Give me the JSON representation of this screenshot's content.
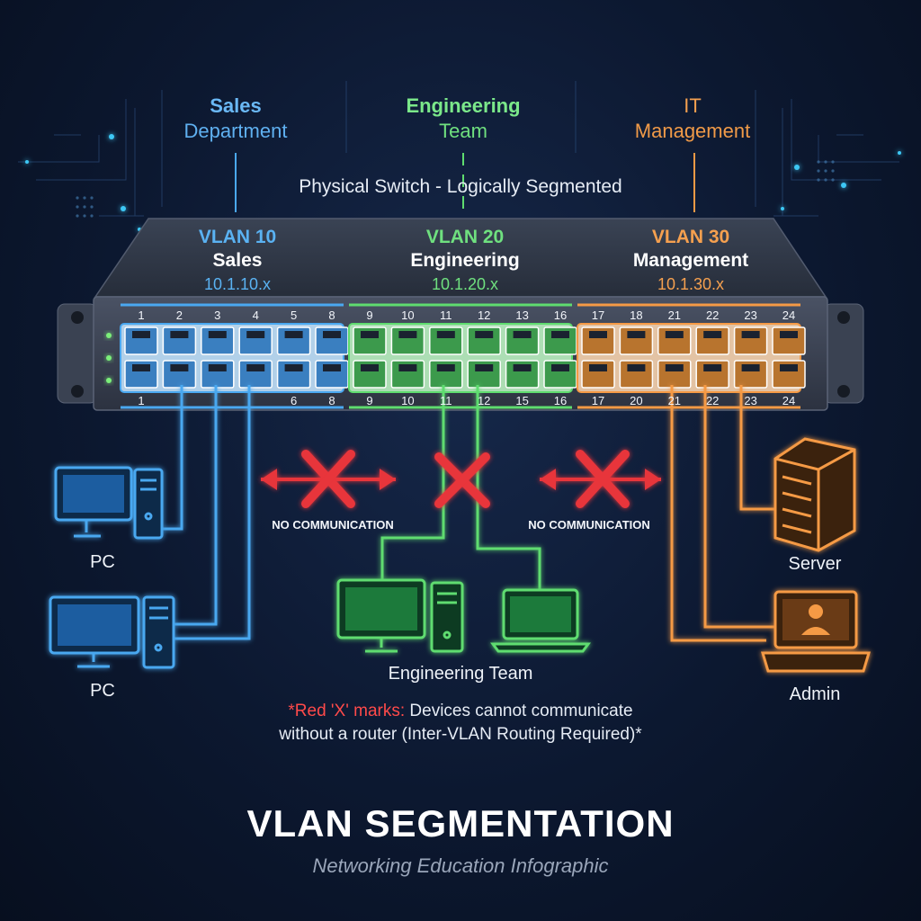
{
  "departments": [
    {
      "line1": "Sales",
      "line2": "Department",
      "color": "#6ab8f5"
    },
    {
      "line1": "Engineering",
      "line2": "Team",
      "color": "#7be88a"
    },
    {
      "line1": "IT",
      "line2": "Management",
      "color": "#f5a04f"
    }
  ],
  "switch_label": "Physical Switch - Logically Segmented",
  "vlans": [
    {
      "id": "VLAN 10",
      "name": "Sales",
      "subnet": "10.1.10.x",
      "color": "#4aa8f0"
    },
    {
      "id": "VLAN 20",
      "name": "Engineering",
      "subnet": "10.1.20.x",
      "color": "#5fdc6f"
    },
    {
      "id": "VLAN 30",
      "name": "Management",
      "subnet": "10.1.30.x",
      "color": "#f59a45"
    }
  ],
  "ports_top": [
    "1",
    "2",
    "3",
    "4",
    "5",
    "8",
    "9",
    "10",
    "11",
    "12",
    "13",
    "16",
    "17",
    "18",
    "21",
    "22",
    "23",
    "24"
  ],
  "ports_bottom": [
    "1",
    "",
    "",
    "",
    "6",
    "8",
    "9",
    "10",
    "11",
    "12",
    "15",
    "16",
    "17",
    "20",
    "21",
    "22",
    "23",
    "24"
  ],
  "no_communication": [
    "NO COMMUNICATION",
    "NO COMMUNICATION"
  ],
  "devices": {
    "pc1": "PC",
    "pc2": "PC",
    "engineering": "Engineering Team",
    "server": "Server",
    "admin": "Admin"
  },
  "footnote": {
    "red": "*Red 'X' marks:",
    "rest": " Devices cannot communicate",
    "line2": "without a router (Inter-VLAN Routing Required)*"
  },
  "title": "VLAN SEGMENTATION",
  "subtitle": "Networking Education Infographic",
  "colors": {
    "sales": "#4aa8f0",
    "engineering": "#5fdc6f",
    "management": "#f59a45",
    "block": "#e8343a"
  }
}
